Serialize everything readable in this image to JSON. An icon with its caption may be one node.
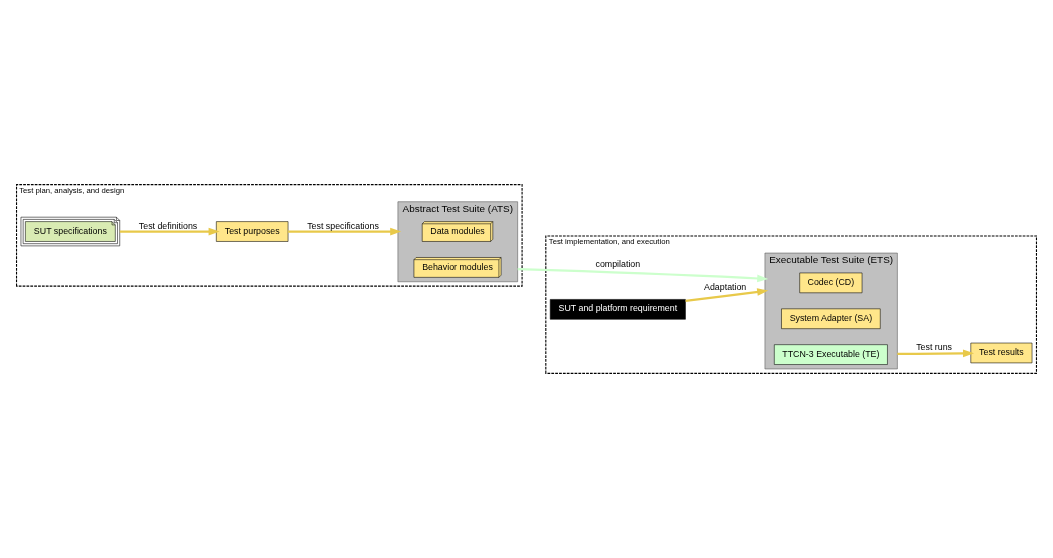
{
  "diagram": {
    "nodes": [
      {
        "text": [
          "Test plan, analysis, and design"
        ]
      },
      {
        "text": [
          "SUT specifications"
        ],
        "in": 0
      },
      {
        "text": [
          "Test purposes"
        ],
        "in": 0
      },
      {
        "text": [
          "Abstract Test Suite (ATS)"
        ],
        "in": 0
      },
      {
        "text": [
          "Data modules"
        ],
        "in": 3
      },
      {
        "text": [
          "Behavior modules"
        ],
        "in": 3
      },
      {
        "text": [
          "Test implementation, and execution"
        ]
      },
      {
        "text": [
          "Executable Test Suite (ETS)"
        ],
        "in": 6
      },
      {
        "text": [
          "Codec (CD)"
        ],
        "in": 7
      },
      {
        "text": [
          "System Adapter (SA)"
        ],
        "in": 7
      },
      {
        "text": [
          "TTCN-3 Executable (TE)"
        ],
        "in": 7
      },
      {
        "text": [
          "Test results"
        ],
        "in": 6
      },
      {
        "text": [
          "SUT and platform requirement"
        ],
        "in": 6
      }
    ],
    "edges": [
      {
        "from": 1,
        "to": 2,
        "arrow": "to",
        "label": "Test definitions"
      },
      {
        "from": 2,
        "to": 3,
        "arrow": "to",
        "label": "Test specifications"
      },
      {
        "from": 3,
        "to": 7,
        "arrow": "to",
        "label": "compilation",
        "color": "#ccffcc"
      },
      {
        "from": 7,
        "to": 11,
        "arrow": "to",
        "label": "Test runs"
      },
      {
        "from": 12,
        "to": 7,
        "arrow": "to",
        "label": "Adaptation"
      }
    ]
  }
}
